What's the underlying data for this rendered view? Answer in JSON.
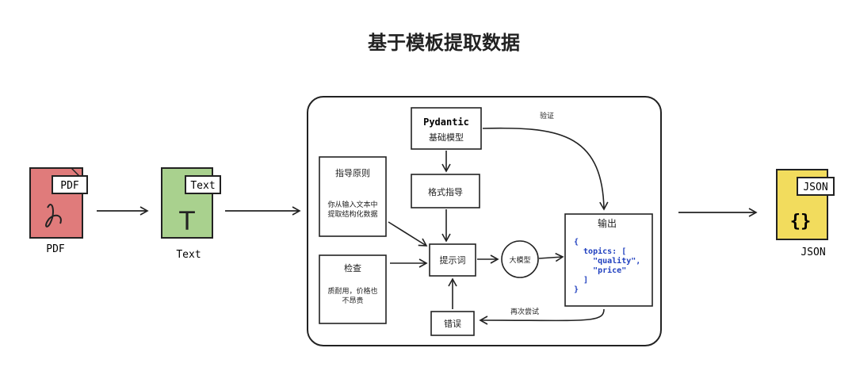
{
  "title": "基于模板提取数据",
  "inputs": {
    "pdf": {
      "tag": "PDF",
      "caption": "PDF",
      "color": "#e07b7b"
    },
    "text": {
      "tag": "Text",
      "caption": "Text",
      "glyph": "T",
      "color": "#a9d18e"
    }
  },
  "output": {
    "tag": "JSON",
    "caption": "JSON",
    "glyph": "{}",
    "color": "#f2dc5d"
  },
  "pipeline": {
    "pydantic": {
      "name": "Pydantic",
      "subtitle": "基础模型"
    },
    "format_guide": "格式指导",
    "guideline": {
      "title": "指导原则",
      "text_line1": "你从输入文本中",
      "text_line2": "提取结构化数据"
    },
    "check": {
      "title": "检查",
      "text_line1": "质耐用，价格也",
      "text_line2": "不昂贵"
    },
    "prompt": "提示词",
    "llm": "大模型",
    "error": "错误",
    "verify_label": "验证",
    "retry_label": "再次尝试",
    "result": {
      "title": "输出",
      "json_lines": [
        "{",
        "  topics: [",
        "    \"quality\",",
        "    \"price\"",
        "  ]",
        "}"
      ]
    }
  },
  "colors": {
    "stroke": "#222222",
    "json_text": "#1f3fbf"
  }
}
